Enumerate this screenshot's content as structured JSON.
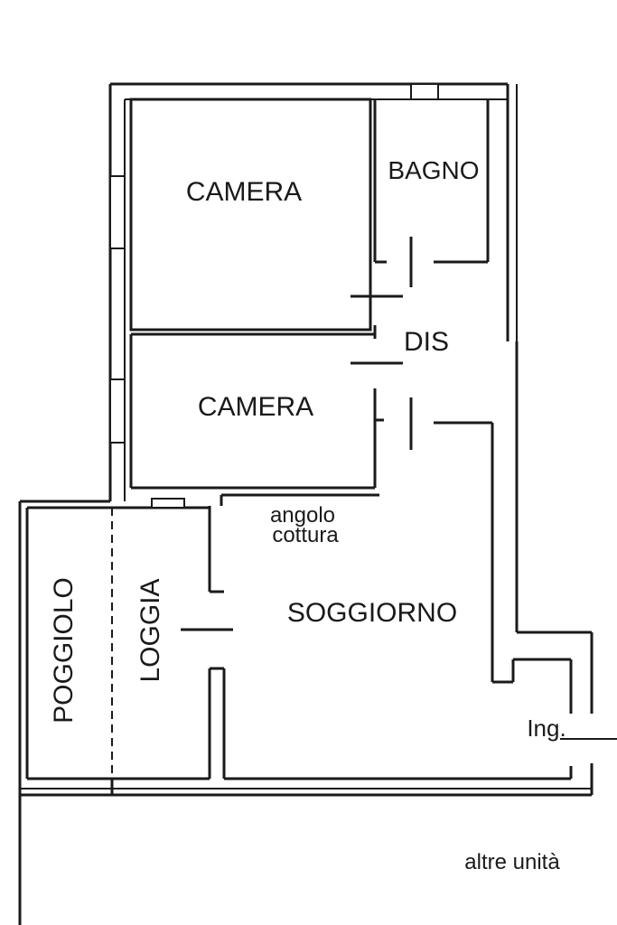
{
  "rooms": {
    "camera_top": "CAMERA",
    "bagno": "BAGNO",
    "dis": "DIS",
    "camera_bottom": "CAMERA",
    "angolo_cottura_line1": "angolo",
    "angolo_cottura_line2": "cottura",
    "soggiorno": "SOGGIORNO",
    "loggia": "LOGGIA",
    "poggiolo": "POGGIOLO",
    "ingresso": "Ing.",
    "altre_unita": "altre unità"
  },
  "colors": {
    "wall": "#1a1a1a",
    "background": "#ffffff"
  }
}
